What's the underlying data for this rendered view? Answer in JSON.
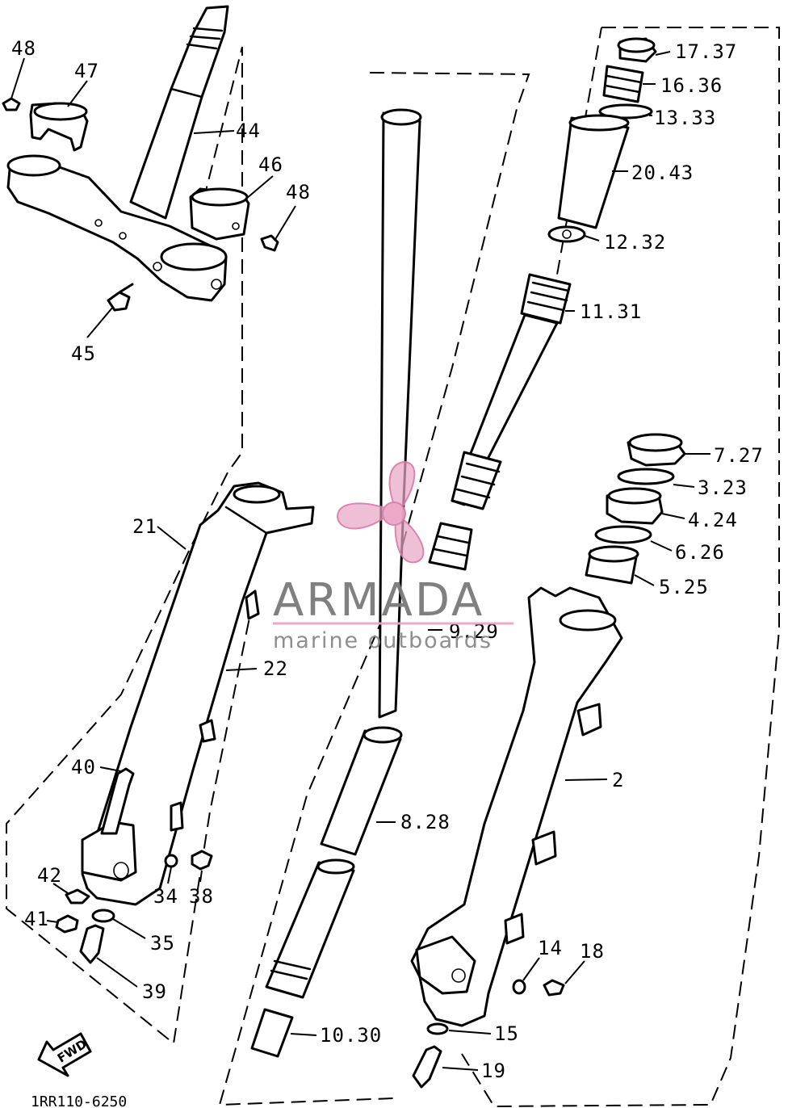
{
  "watermark": {
    "brand": "ARMADA",
    "tagline": "marine outboards",
    "accent_color": "#e9a6c6",
    "text_color": "#808080"
  },
  "direction_badge": "FWD",
  "diagram_code": "1RR110-6250",
  "callouts": {
    "p48a": "48",
    "p47": "47",
    "p44": "44",
    "p46": "46",
    "p48b": "48",
    "p45": "45",
    "p21": "21",
    "p22": "22",
    "p40": "40",
    "p42": "42",
    "p34": "34",
    "p38": "38",
    "p41": "41",
    "p35": "35",
    "p39": "39",
    "p1737": "17.37",
    "p1636": "16.36",
    "p1333": "13.33",
    "p2043": "20.43",
    "p1232": "12.32",
    "p1131": "11.31",
    "p727": "7.27",
    "p323": "3.23",
    "p424": "4.24",
    "p626": "6.26",
    "p525": "5.25",
    "p929": "9.29",
    "p2": "2",
    "p828": "8.28",
    "p14": "14",
    "p18": "18",
    "p15": "15",
    "p1030": "10.30",
    "p19": "19"
  }
}
